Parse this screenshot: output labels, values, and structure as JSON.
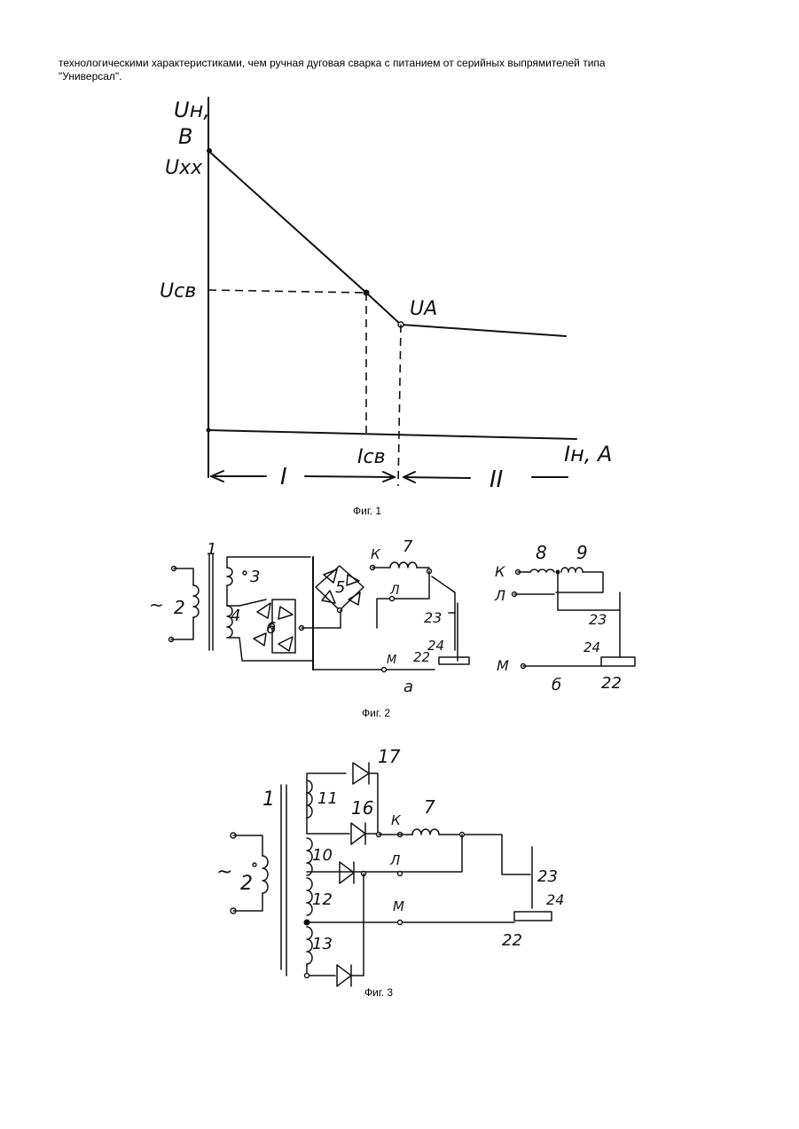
{
  "text": {
    "line1": "технологическими характеристиками, чем ручная дуговая сварка с питанием от серийных выпрямителей типа",
    "line2": "\"Универсал\"."
  },
  "fig1": {
    "caption": "Фиг. 1",
    "y_axis_label_1": "Uн,",
    "y_axis_label_2": "В",
    "u_xx": "Uхх",
    "u_sv": "Uсв",
    "u_a": "UA",
    "i_sv": "Iсв",
    "x_axis_label": "Iн, А",
    "region_1": "I",
    "region_2": "II"
  },
  "fig2": {
    "caption": "Фиг. 2",
    "sub_a": "а",
    "sub_b": "б",
    "labels_a": {
      "n1": "1",
      "n2": "2",
      "n3": "3",
      "n4": "4",
      "n5": "5",
      "n6": "6",
      "n7": "7",
      "k": "К",
      "l": "Л",
      "m": "М",
      "n23": "23",
      "n24": "24",
      "n22": "22",
      "tilde": "~"
    },
    "labels_b": {
      "n8": "8",
      "n9": "9",
      "k": "К",
      "l": "Л",
      "m": "М",
      "n23": "23",
      "n24": "24",
      "n22": "22"
    }
  },
  "fig3": {
    "caption": "Фиг. 3",
    "labels": {
      "n1": "1",
      "n2": "2",
      "n7": "7",
      "n10": "10",
      "n11": "11",
      "n12": "12",
      "n13": "13",
      "n16": "16",
      "n17": "17",
      "n22": "22",
      "n23": "23",
      "n24": "24",
      "k": "К",
      "l": "Л",
      "m": "М",
      "tilde": "~"
    }
  }
}
